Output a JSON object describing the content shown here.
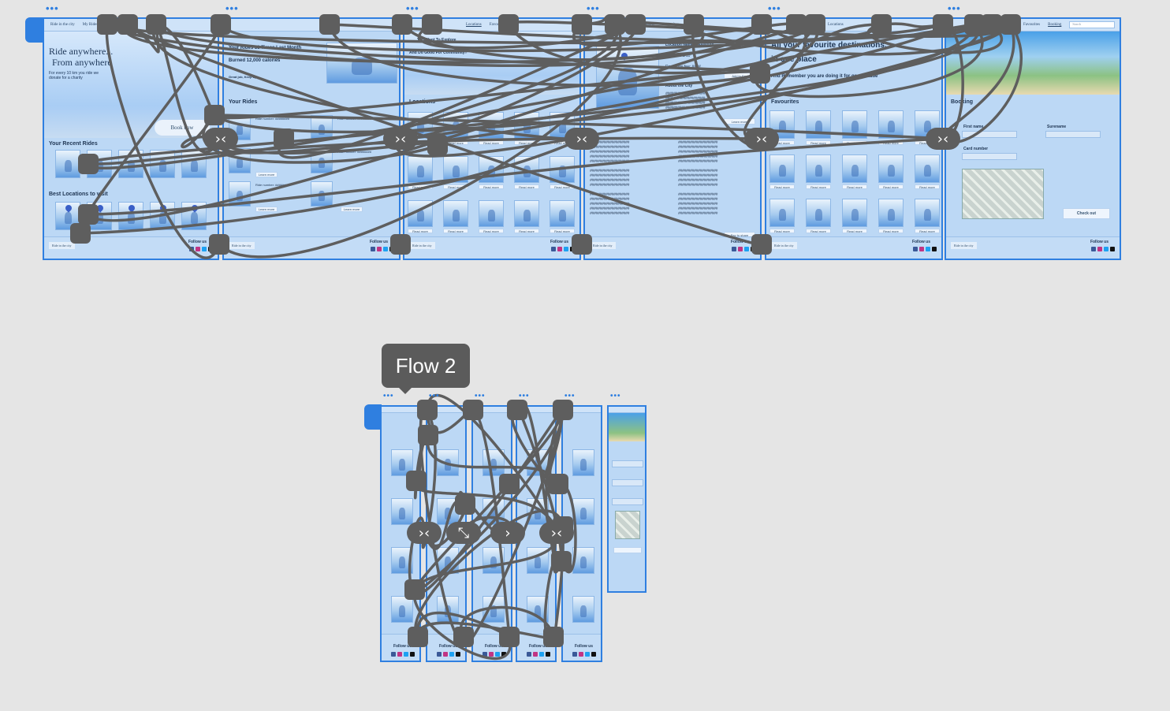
{
  "flow_label": "Flow 2",
  "frame_dots": "•••",
  "nav": {
    "brand": "Ride in the city",
    "my_rides": "My Rides",
    "locations": "Locations",
    "favourites": "Favourites",
    "booking": "Booking",
    "search_placeholder": "Search"
  },
  "home": {
    "hero_title_line1": "Ride anywhere...",
    "hero_title_line2": "From anywhere",
    "hero_sub": "For every 10 km you ride we donate for a charity",
    "book_now": "Book now",
    "recent_rides": "Your Recent Rides",
    "best_locations": "Best Locations to visit"
  },
  "rides": {
    "headline": "Your Rides 33 Times Last Month",
    "calories": "Burned 12,000 calories",
    "praise": "Great job, Keep up",
    "your_rides": "Your Rides",
    "ride_number": "Ride number: ########",
    "learn_more": "Learn more"
  },
  "locations": {
    "explore": "You Want To Explore",
    "community": "And Do Good For Community?",
    "title": "Locations",
    "read_more": "Read more"
  },
  "location_detail": {
    "name": "Location Name: ########",
    "reviews": "Reviews: 8/10",
    "donations": "Donations fee: ####",
    "about_city": "About the City",
    "add_to_fav": "Add to Fav",
    "learn_more": "Learn more",
    "pay_to_share": "Pay to share"
  },
  "favourites": {
    "headline1": "All your favourite destinations...",
    "headline2": "in one place",
    "remember": "And Remember you are doing it for good cause",
    "title": "Favourites",
    "read_more": "Read more"
  },
  "booking": {
    "title": "Booking",
    "first_name": "First name",
    "surname": "Surename",
    "card_number": "Card number",
    "checkout": "Check out"
  },
  "footer": {
    "brand": "Ride in the city",
    "follow_us": "Follow us"
  },
  "colors": {
    "frame_border": "#2f7fe0",
    "frame_bg": "#bcd8f5",
    "wire": "#5e5e5e",
    "canvas_bg": "#e5e5e5"
  },
  "icons": [
    "facebook-icon",
    "instagram-icon",
    "twitter-icon",
    "tiktok-icon",
    "map-pin-icon",
    "collapse-icon",
    "expand-icon",
    "chevron-right-icon"
  ]
}
